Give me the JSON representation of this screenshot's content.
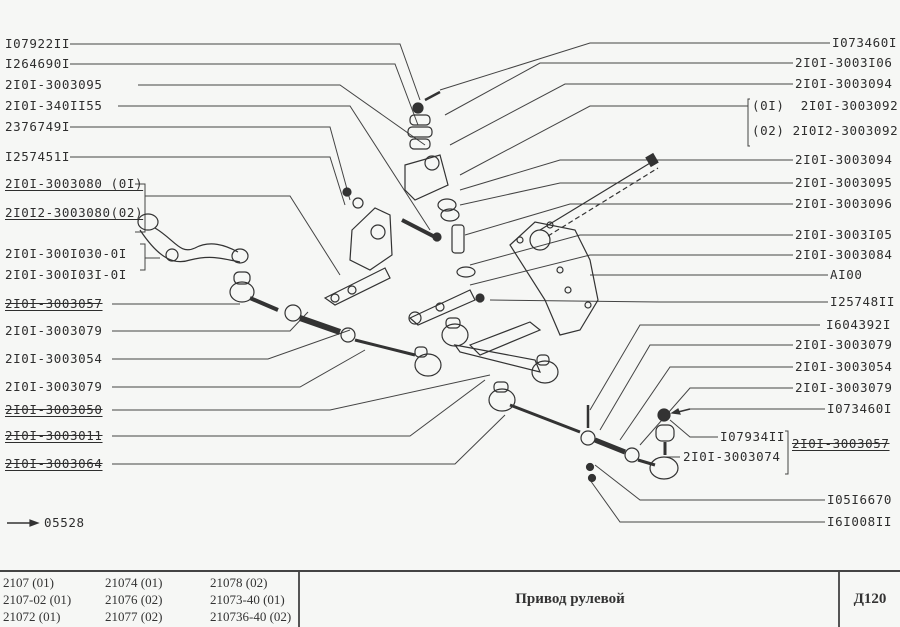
{
  "diagram": {
    "left_labels": [
      {
        "text": "I07922II",
        "style": "plain"
      },
      {
        "text": "I264690I",
        "style": "plain"
      },
      {
        "text": "2I0I-3003095",
        "style": "plain"
      },
      {
        "text": "2I0I-340II55",
        "style": "plain"
      },
      {
        "text": "2376749I",
        "style": "plain"
      },
      {
        "text": "I257451I",
        "style": "plain"
      },
      {
        "text": "2I0I-3003080 (0I)",
        "style": "underline"
      },
      {
        "text": "2I0I2-3003080(02)",
        "style": "underline"
      },
      {
        "text": "2I0I-300I030-0I",
        "style": "plain"
      },
      {
        "text": "2I0I-300I03I-0I",
        "style": "plain"
      },
      {
        "text": "2I0I-3003057",
        "style": "strike"
      },
      {
        "text": "2I0I-3003079",
        "style": "plain"
      },
      {
        "text": "2I0I-3003054",
        "style": "plain"
      },
      {
        "text": "2I0I-3003079",
        "style": "plain"
      },
      {
        "text": "2I0I-3003050",
        "style": "strike"
      },
      {
        "text": "2I0I-3003011",
        "style": "strike"
      },
      {
        "text": "2I0I-3003064",
        "style": "strike"
      }
    ],
    "right_labels": [
      {
        "text": "I073460I",
        "style": "plain"
      },
      {
        "text": "2I0I-3003I06",
        "style": "plain"
      },
      {
        "text": "2I0I-3003094",
        "style": "plain"
      },
      {
        "text": "(0I)  2I0I-3003092",
        "style": "plain"
      },
      {
        "text": "(02) 2I0I2-3003092",
        "style": "plain"
      },
      {
        "text": "2I0I-3003094",
        "style": "plain"
      },
      {
        "text": "2I0I-3003095",
        "style": "plain"
      },
      {
        "text": "2I0I-3003096",
        "style": "plain"
      },
      {
        "text": "2I0I-3003I05",
        "style": "plain"
      },
      {
        "text": "2I0I-3003084",
        "style": "plain"
      },
      {
        "text": "AI00",
        "style": "plain"
      },
      {
        "text": "I25748II",
        "style": "plain"
      },
      {
        "text": "I604392I",
        "style": "plain"
      },
      {
        "text": "2I0I-3003079",
        "style": "plain"
      },
      {
        "text": "2I0I-3003054",
        "style": "plain"
      },
      {
        "text": "2I0I-3003079",
        "style": "plain"
      },
      {
        "text": "I073460I",
        "style": "plain"
      },
      {
        "text": "I07934II",
        "style": "plain"
      },
      {
        "text": "2I0I-3003074",
        "style": "plain"
      },
      {
        "text": "2I0I-3003057",
        "style": "strike"
      },
      {
        "text": "I05I6670",
        "style": "plain"
      },
      {
        "text": "I6I008II",
        "style": "plain"
      }
    ],
    "reference": {
      "text": "05528",
      "icon": "arrow-right-icon"
    }
  },
  "footer": {
    "variants": [
      [
        "2107 (01)",
        "21074 (01)",
        "21078 (02)"
      ],
      [
        "2107-02 (01)",
        "21076 (02)",
        "21073-40 (01)"
      ],
      [
        "21072 (01)",
        "21077 (02)",
        "210736-40 (02)"
      ]
    ],
    "title": "Привод рулевой",
    "code": "Д120"
  },
  "colors": {
    "ink": "#2e2e2e",
    "paper": "#f6f7f5"
  }
}
